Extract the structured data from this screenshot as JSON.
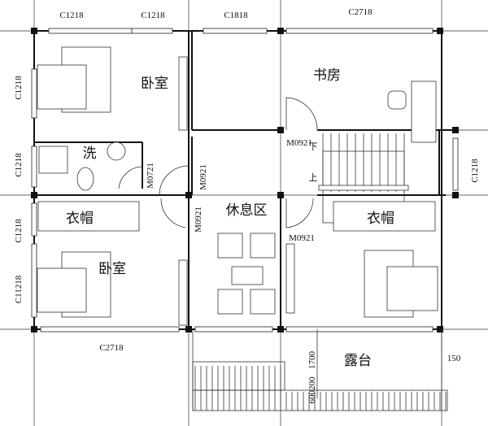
{
  "rooms": {
    "bedroom_top": "卧室",
    "study": "书房",
    "bathroom": "洗",
    "closet_left": "衣帽",
    "bedroom_bottom": "卧室",
    "lounge": "休息区",
    "closet_right": "衣帽",
    "terrace": "露台"
  },
  "windows": {
    "top_1": "C1218",
    "top_2": "C1218",
    "top_3": "C1818",
    "top_4": "C2718",
    "bottom_left": "C2718",
    "left_1": "C1218",
    "left_2": "C1218",
    "left_3": "C1218",
    "left_4": "C11218",
    "right_1": "C1218"
  },
  "doors": {
    "stair_door": "M0921",
    "bath_door": "M0721",
    "bedroom_top_door": "M0921",
    "bedroom_bottom_door": "M0921",
    "bedroom_right_door": "M0921"
  },
  "stairs": {
    "down": "下",
    "up": "上"
  },
  "dimensions": {
    "terrace_depth": "1700",
    "parapet": "150",
    "railing": "600200"
  }
}
